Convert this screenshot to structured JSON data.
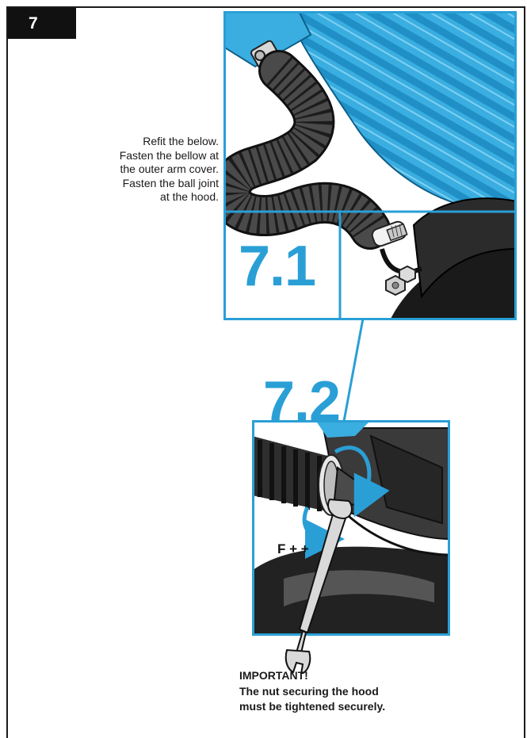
{
  "step": {
    "number": "7"
  },
  "instruction": {
    "lines": [
      "Refit the below.",
      "Fasten the bellow at",
      "the outer arm cover.",
      "Fasten the ball joint",
      "at the hood."
    ]
  },
  "figures": [
    {
      "label": "7.1"
    },
    {
      "label": "7.2",
      "force_marking": "F + +"
    }
  ],
  "warning": {
    "title": "IMPORTANT!",
    "lines": [
      "The nut securing the hood",
      "must be tightened securely."
    ]
  },
  "colors": {
    "accent": "#2a9fd6",
    "badge": "#111111",
    "bellows": "#3a3a3a",
    "hose": "#3aaee0"
  }
}
